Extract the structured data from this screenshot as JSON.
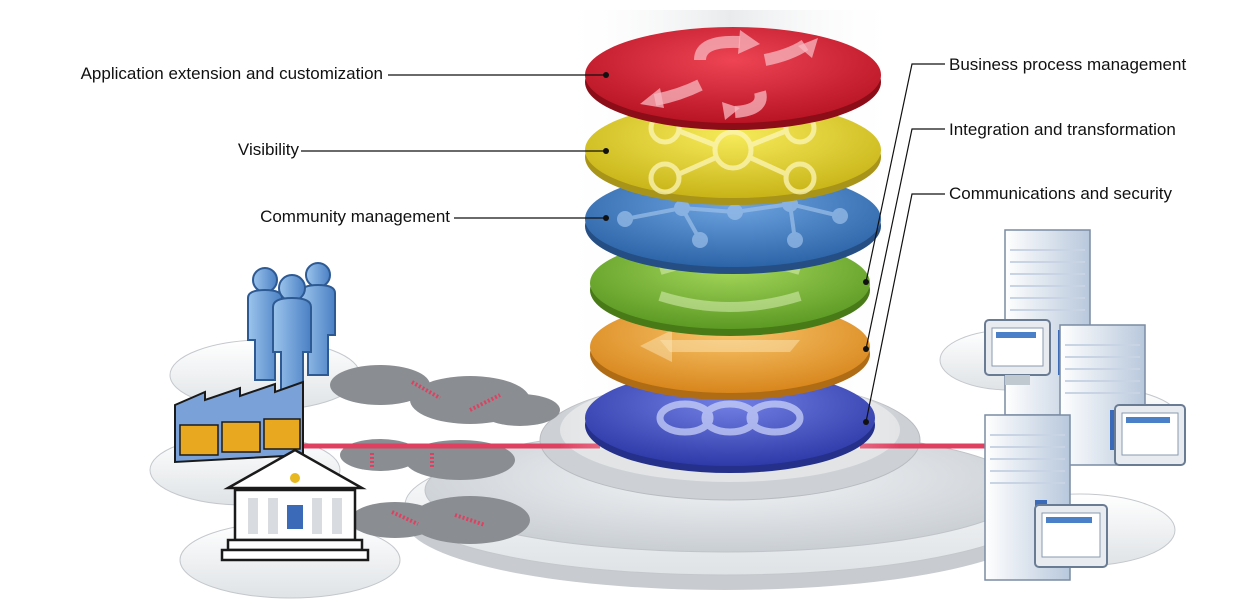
{
  "labels": {
    "application_extension": "Application extension and customization",
    "visibility": "Visibility",
    "community_management": "Community management",
    "business_process_management": "Business process management",
    "integration_transformation": "Integration and transformation",
    "communications_security": "Communications and security"
  },
  "colors": {
    "layer_red": "#d8283a",
    "layer_yellow": "#e8d83a",
    "layer_blue": "#4a86c8",
    "layer_green": "#7cb83a",
    "layer_orange": "#eca23c",
    "layer_indigo": "#4a58c8",
    "connection_line": "#e04060",
    "platform_gray": "#d9dde0",
    "server_blue": "#5a8ad0",
    "person_blue": "#6aa0dc",
    "factory_gold": "#e8a820"
  }
}
